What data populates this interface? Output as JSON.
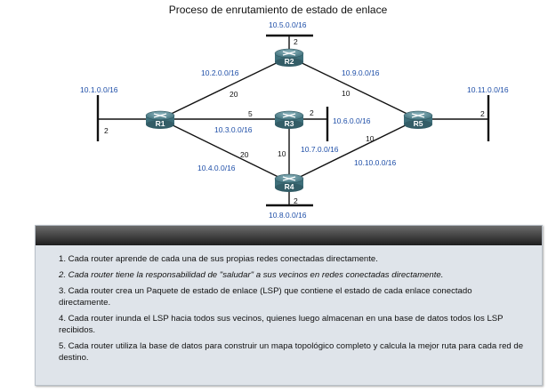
{
  "title": "Proceso de enrutamiento de estado de enlace",
  "routers": [
    {
      "id": "r1",
      "label": "R1"
    },
    {
      "id": "r2",
      "label": "R2"
    },
    {
      "id": "r3",
      "label": "R3"
    },
    {
      "id": "r4",
      "label": "R4"
    },
    {
      "id": "r5",
      "label": "R5"
    }
  ],
  "networks": {
    "n_10_1": "10.1.0.0/16",
    "n_10_2": "10.2.0.0/16",
    "n_10_3": "10.3.0.0/16",
    "n_10_4": "10.4.0.0/16",
    "n_10_5": "10.5.0.0/16",
    "n_10_6": "10.6.0.0/16",
    "n_10_7": "10.7.0.0/16",
    "n_10_8": "10.8.0.0/16",
    "n_10_9": "10.9.0.0/16",
    "n_10_10": "10.10.0.0/16",
    "n_10_11": "10.11.0.0/16"
  },
  "costs": {
    "r1_lan": "2",
    "r1_r2": "20",
    "r1_r3": "5",
    "r1_r4": "20",
    "r2_lan": "2",
    "r2_r5": "10",
    "r3_lan": "2",
    "r3_r4": "10",
    "r4_lan": "2",
    "r4_r5": "10",
    "r5_lan": "2"
  },
  "steps": [
    "1. Cada router aprende de cada una de sus propias redes conectadas directamente.",
    "2. Cada router tiene la responsabilidad de \"saludar\" a sus vecinos en redes conectadas directamente.",
    "3. Cada router crea un Paquete de estado de enlace (LSP) que contiene el estado de cada enlace conectado directamente.",
    "4. Cada router inunda el LSP hacia todos sus vecinos, quienes luego almacenan en una base de datos todos los LSP recibidos.",
    "5. Cada router utiliza la base de datos para construir un mapa topológico completo y calcula la mejor ruta para cada red de destino."
  ]
}
